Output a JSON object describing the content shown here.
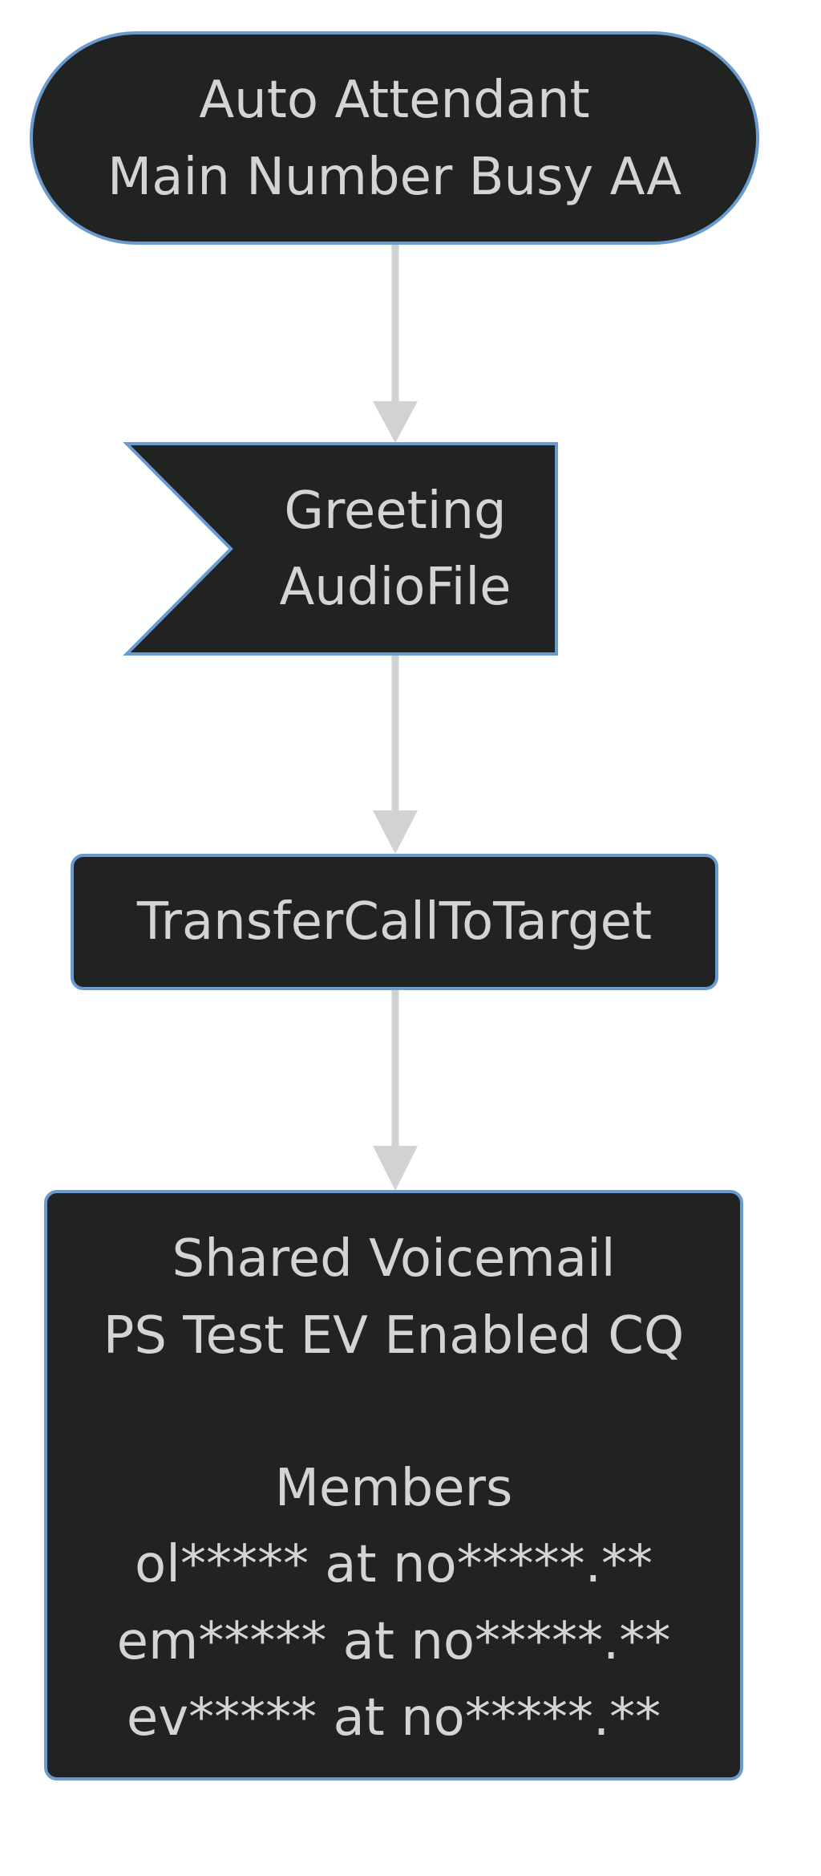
{
  "colors": {
    "node_fill": "#212222",
    "node_stroke": "#6a9bcf",
    "node_text": "#d4d4d4",
    "edge": "#d2d2d2",
    "background": "#ffffff"
  },
  "nodes": {
    "auto_attendant": {
      "shape": "stadium",
      "line1": "Auto Attendant",
      "line2": "Main Number Busy AA"
    },
    "greeting": {
      "shape": "flag",
      "line1": "Greeting",
      "line2": "AudioFile"
    },
    "transfer": {
      "shape": "rounded-rect",
      "label": "TransferCallToTarget"
    },
    "shared_voicemail": {
      "shape": "rounded-rect",
      "line1": "Shared Voicemail",
      "line2": "PS Test EV Enabled CQ",
      "members_heading": "Members",
      "members": [
        "ol***** at no*****.**",
        "em***** at no*****.**",
        "ev***** at no*****.**"
      ]
    }
  },
  "edges": [
    {
      "from": "auto_attendant",
      "to": "greeting"
    },
    {
      "from": "greeting",
      "to": "transfer"
    },
    {
      "from": "transfer",
      "to": "shared_voicemail"
    }
  ]
}
